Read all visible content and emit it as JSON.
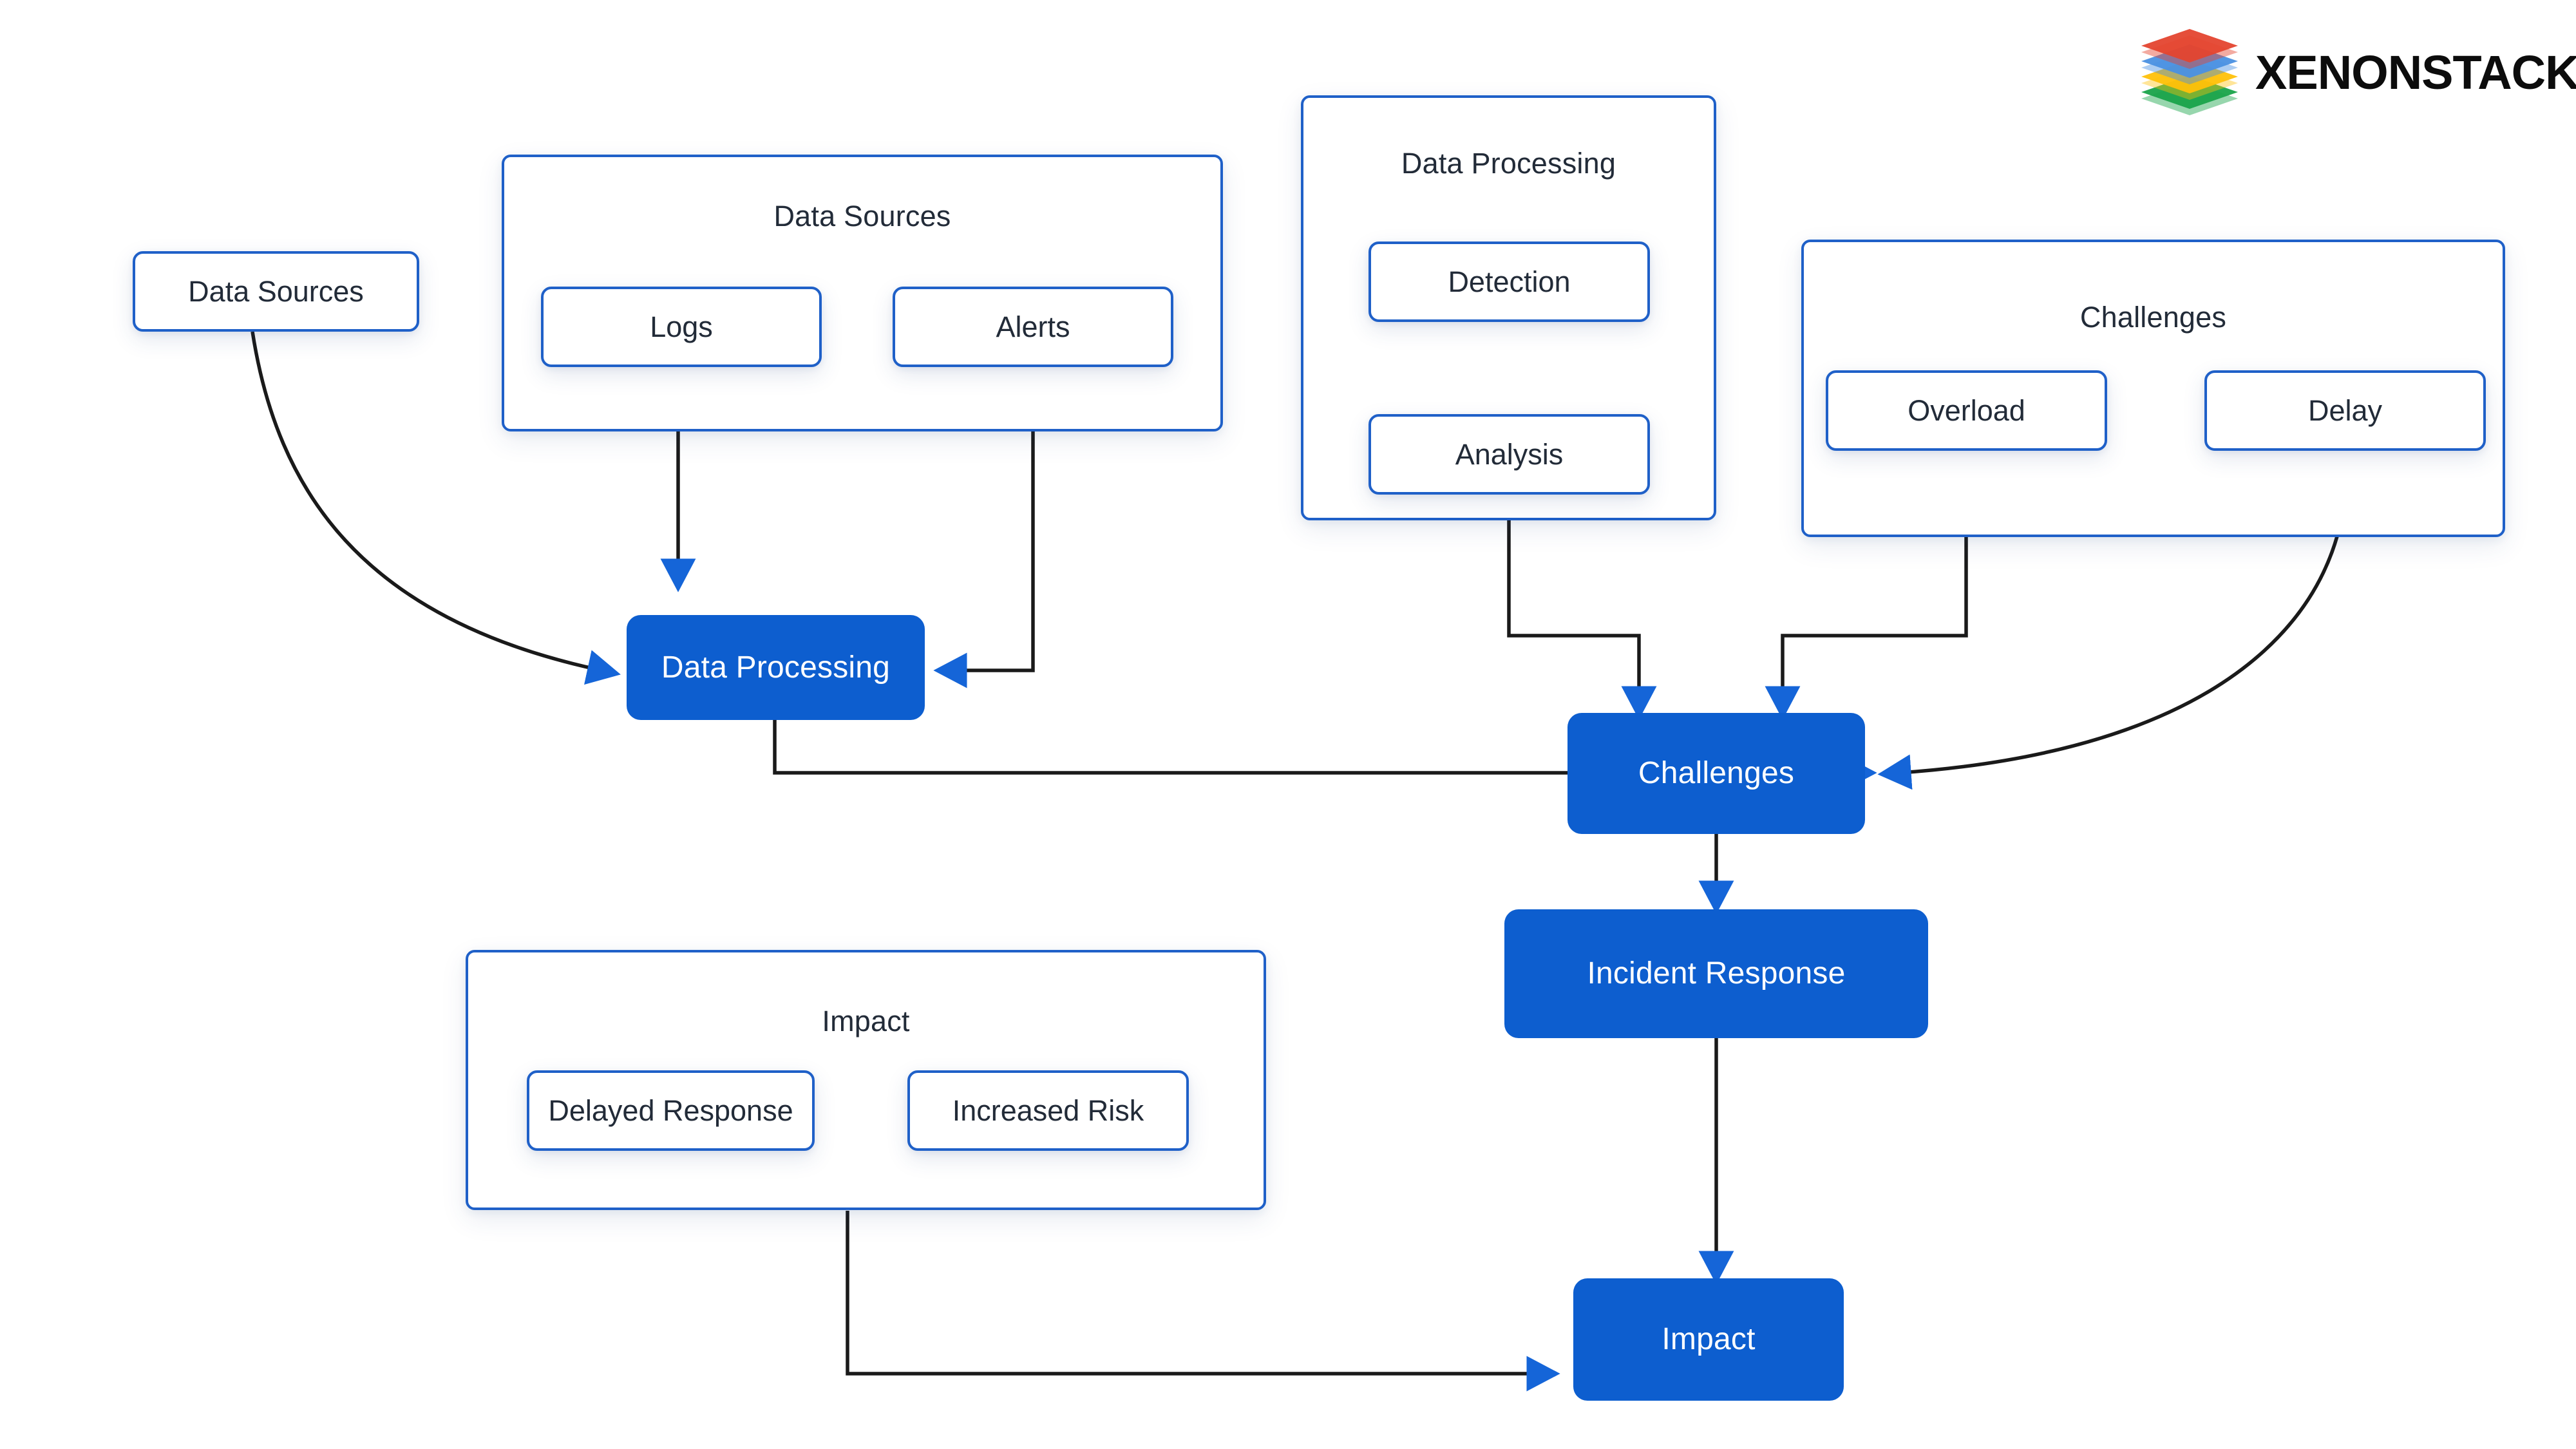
{
  "brand": {
    "name": "XENONSTACK",
    "logo_icon": "stacked-layers-icon",
    "layer_colors": [
      "#e4452f",
      "#4a90e2",
      "#ffc10a",
      "#19a34a"
    ]
  },
  "colors": {
    "node_fill": "#0d5ecf",
    "node_text": "#ffffff",
    "box_border": "#1f60c8",
    "box_fill": "#ffffff",
    "box_text": "#222b38",
    "edge_line": "#1a1a1a",
    "arrow_head": "#1565d8",
    "canvas": "#ffffff"
  },
  "diagram": {
    "standalone_nodes": [
      {
        "id": "data-sources-start",
        "label": "Data Sources",
        "style": "outlined"
      }
    ],
    "clusters": [
      {
        "id": "cluster-data-sources",
        "title": "Data Sources",
        "children": [
          {
            "id": "logs",
            "label": "Logs"
          },
          {
            "id": "alerts",
            "label": "Alerts"
          }
        ]
      },
      {
        "id": "cluster-data-processing",
        "title": "Data Processing",
        "children": [
          {
            "id": "detection",
            "label": "Detection"
          },
          {
            "id": "analysis",
            "label": "Analysis"
          }
        ]
      },
      {
        "id": "cluster-challenges",
        "title": "Challenges",
        "children": [
          {
            "id": "overload",
            "label": "Overload"
          },
          {
            "id": "delay",
            "label": "Delay"
          }
        ]
      },
      {
        "id": "cluster-impact",
        "title": "Impact",
        "children": [
          {
            "id": "delayed-response",
            "label": "Delayed Response"
          },
          {
            "id": "increased-risk",
            "label": "Increased Risk"
          }
        ]
      }
    ],
    "process_nodes": [
      {
        "id": "data-processing",
        "label": "Data Processing",
        "style": "filled"
      },
      {
        "id": "challenges",
        "label": "Challenges",
        "style": "filled"
      },
      {
        "id": "incident-response",
        "label": "Incident Response",
        "style": "filled"
      },
      {
        "id": "impact",
        "label": "Impact",
        "style": "filled"
      }
    ],
    "edges": [
      {
        "from": "data-sources-start",
        "to": "data-processing",
        "shape": "curved"
      },
      {
        "from": "logs",
        "to": "data-processing",
        "shape": "straight"
      },
      {
        "from": "alerts",
        "to": "data-processing",
        "shape": "orthogonal"
      },
      {
        "from": "detection",
        "to": "analysis",
        "shape": "straight"
      },
      {
        "from": "analysis",
        "to": "challenges",
        "shape": "orthogonal"
      },
      {
        "from": "overload",
        "to": "challenges",
        "shape": "orthogonal"
      },
      {
        "from": "delay",
        "to": "challenges",
        "shape": "curved"
      },
      {
        "from": "data-processing",
        "to": "challenges",
        "shape": "orthogonal"
      },
      {
        "from": "challenges",
        "to": "incident-response",
        "shape": "straight"
      },
      {
        "from": "incident-response",
        "to": "impact",
        "shape": "straight"
      },
      {
        "from": "cluster-impact",
        "to": "impact",
        "shape": "orthogonal"
      }
    ]
  }
}
